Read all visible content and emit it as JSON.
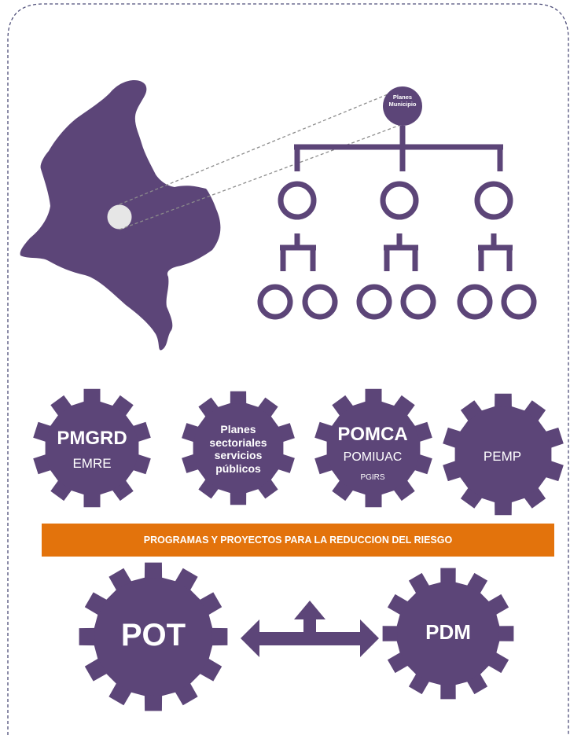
{
  "colors": {
    "purple": "#5c4578",
    "gray": "#e6e6e6",
    "orange": "#e3730c",
    "frame": "#4f4f7a",
    "dashed_line": "#8c8c8c",
    "white": "#ffffff"
  },
  "top": {
    "map": {
      "icon": "colombia-map"
    },
    "municipio_node": {
      "line1": "Planes",
      "line2": "Municipio"
    }
  },
  "gears": [
    {
      "title": "PMGRD",
      "sub": "EMRE"
    },
    {
      "title": "Planes sectoriales servicios públicos"
    },
    {
      "title": "POMCA",
      "sub": "POMIUAC",
      "sub2": "PGIRS"
    },
    {
      "title": "PEMP"
    }
  ],
  "banner": {
    "text": "PROGRAMAS Y PROYECTOS PARA LA REDUCCION DEL RIESGO"
  },
  "bottom": {
    "left_gear": "POT",
    "right_gear": "PDM",
    "arrow_icon": "double-arrow-up-branch"
  }
}
